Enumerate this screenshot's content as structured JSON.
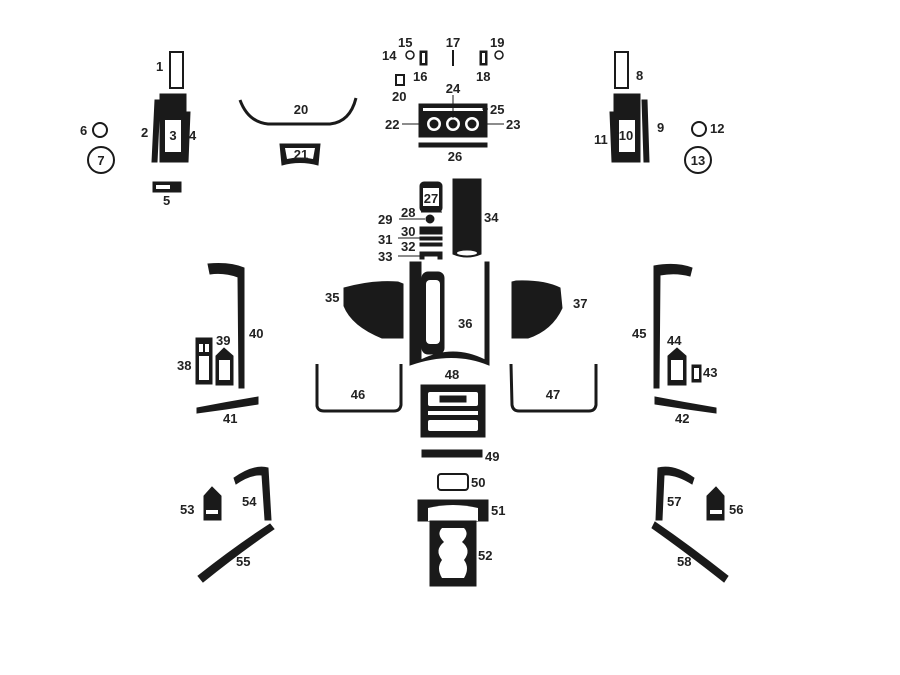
{
  "colors": {
    "ink": "#1a1a1a",
    "label": "#222222",
    "background": "#ffffff"
  },
  "parts": [
    {
      "id": "1",
      "label": "1"
    },
    {
      "id": "2",
      "label": "2"
    },
    {
      "id": "3",
      "label": "3"
    },
    {
      "id": "4",
      "label": "4"
    },
    {
      "id": "5",
      "label": "5"
    },
    {
      "id": "6",
      "label": "6"
    },
    {
      "id": "7",
      "label": "7"
    },
    {
      "id": "8",
      "label": "8"
    },
    {
      "id": "9",
      "label": "9"
    },
    {
      "id": "10",
      "label": "10"
    },
    {
      "id": "11",
      "label": "11"
    },
    {
      "id": "12",
      "label": "12"
    },
    {
      "id": "13",
      "label": "13"
    },
    {
      "id": "14",
      "label": "14"
    },
    {
      "id": "15",
      "label": "15"
    },
    {
      "id": "16",
      "label": "16"
    },
    {
      "id": "17",
      "label": "17"
    },
    {
      "id": "18",
      "label": "18"
    },
    {
      "id": "19",
      "label": "19"
    },
    {
      "id": "20a",
      "label": "20"
    },
    {
      "id": "20b",
      "label": "20"
    },
    {
      "id": "21",
      "label": "21"
    },
    {
      "id": "22",
      "label": "22"
    },
    {
      "id": "23",
      "label": "23"
    },
    {
      "id": "24",
      "label": "24"
    },
    {
      "id": "25",
      "label": "25"
    },
    {
      "id": "26",
      "label": "26"
    },
    {
      "id": "27",
      "label": "27"
    },
    {
      "id": "28",
      "label": "28"
    },
    {
      "id": "29",
      "label": "29"
    },
    {
      "id": "30",
      "label": "30"
    },
    {
      "id": "31",
      "label": "31"
    },
    {
      "id": "32",
      "label": "32"
    },
    {
      "id": "33",
      "label": "33"
    },
    {
      "id": "34",
      "label": "34"
    },
    {
      "id": "35",
      "label": "35"
    },
    {
      "id": "36",
      "label": "36"
    },
    {
      "id": "37",
      "label": "37"
    },
    {
      "id": "38",
      "label": "38"
    },
    {
      "id": "39",
      "label": "39"
    },
    {
      "id": "40",
      "label": "40"
    },
    {
      "id": "41",
      "label": "41"
    },
    {
      "id": "42",
      "label": "42"
    },
    {
      "id": "43",
      "label": "43"
    },
    {
      "id": "44",
      "label": "44"
    },
    {
      "id": "45",
      "label": "45"
    },
    {
      "id": "46",
      "label": "46"
    },
    {
      "id": "47",
      "label": "47"
    },
    {
      "id": "48",
      "label": "48"
    },
    {
      "id": "49",
      "label": "49"
    },
    {
      "id": "50",
      "label": "50"
    },
    {
      "id": "51",
      "label": "51"
    },
    {
      "id": "52",
      "label": "52"
    },
    {
      "id": "53",
      "label": "53"
    },
    {
      "id": "54",
      "label": "54"
    },
    {
      "id": "55",
      "label": "55"
    },
    {
      "id": "56",
      "label": "56"
    },
    {
      "id": "57",
      "label": "57"
    },
    {
      "id": "58",
      "label": "58"
    }
  ]
}
